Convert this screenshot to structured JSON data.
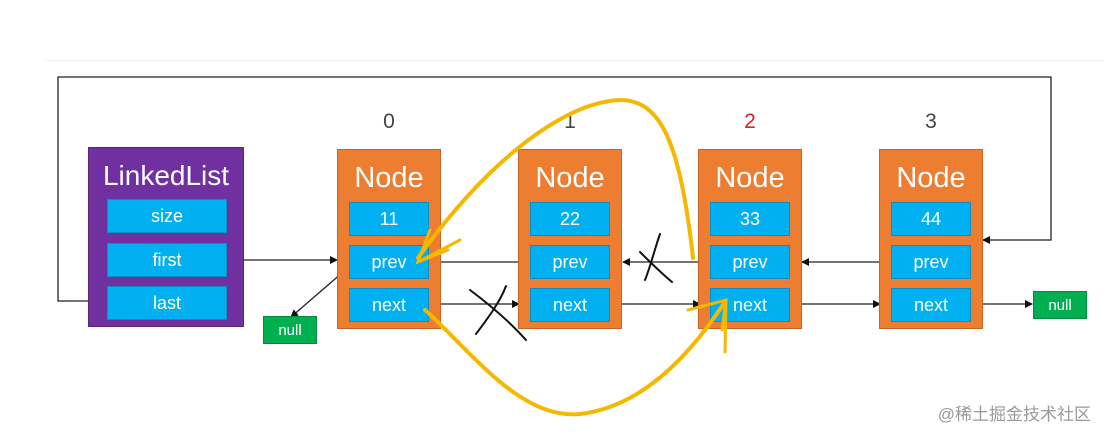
{
  "indices": [
    {
      "label": "0",
      "color": "#444444"
    },
    {
      "label": "1",
      "color": "#444444"
    },
    {
      "label": "2",
      "color": "#e02020"
    },
    {
      "label": "3",
      "color": "#444444"
    }
  ],
  "linked_list": {
    "title": "LinkedList",
    "fields": [
      "size",
      "first",
      "last"
    ]
  },
  "nodes": [
    {
      "title": "Node",
      "value": "11",
      "prev": "prev",
      "next": "next"
    },
    {
      "title": "Node",
      "value": "22",
      "prev": "prev",
      "next": "next"
    },
    {
      "title": "Node",
      "value": "33",
      "prev": "prev",
      "next": "next"
    },
    {
      "title": "Node",
      "value": "44",
      "prev": "prev",
      "next": "next"
    }
  ],
  "null_label": "null",
  "watermark": "@稀土掘金技术社区",
  "colors": {
    "list": "#7030a0",
    "node": "#ed7d31",
    "field": "#00b0f0",
    "null": "#00b050",
    "annotation": "#f5b800"
  }
}
